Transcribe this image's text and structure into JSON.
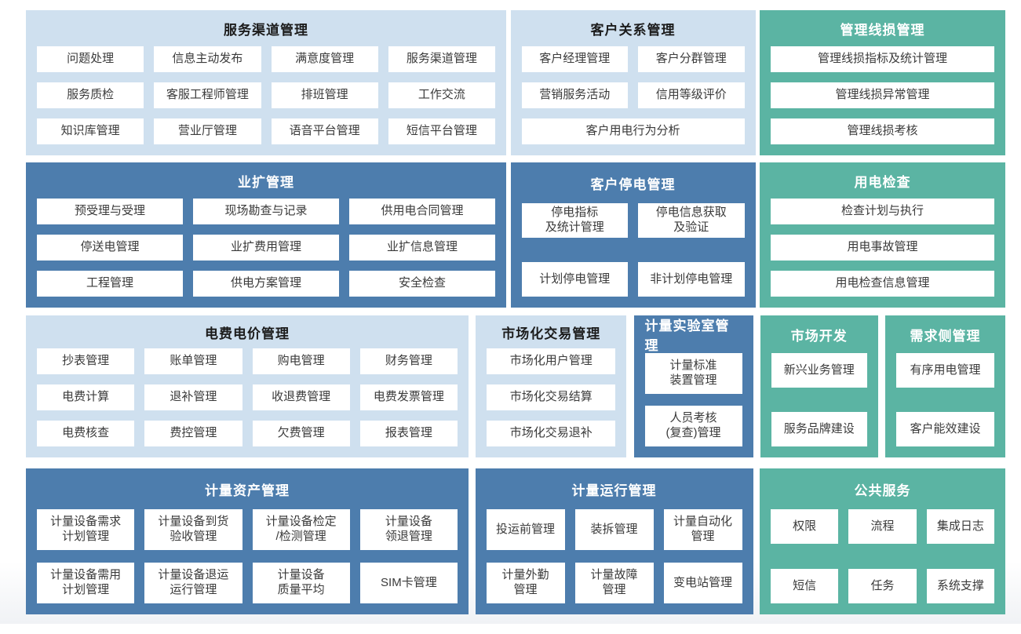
{
  "palette": {
    "light_block_bg": "#cfe0ef",
    "dark_block_bg": "#4d7dad",
    "teal_block_bg": "#5bb4a3",
    "item_bg": "#ffffff",
    "item_text": "#3a3a3a",
    "light_title_text": "#1c1c1c",
    "inverse_title_text": "#ffffff"
  },
  "blocks": {
    "service_channel": {
      "title": "服务渠道管理",
      "items": [
        "问题处理",
        "信息主动发布",
        "满意度管理",
        "服务渠道管理",
        "服务质检",
        "客服工程师管理",
        "排班管理",
        "工作交流",
        "知识库管理",
        "营业厅管理",
        "语音平台管理",
        "短信平台管理"
      ]
    },
    "customer_relation": {
      "title": "客户关系管理",
      "items": [
        "客户经理管理",
        "客户分群管理",
        "营销服务活动",
        "信用等级评价",
        {
          "label": "客户用电行为分析",
          "span": 2
        }
      ]
    },
    "line_loss": {
      "title": "管理线损管理",
      "items": [
        "管理线损指标及统计管理",
        "管理线损异常管理",
        "管理线损考核"
      ]
    },
    "business_expansion": {
      "title": "业扩管理",
      "items": [
        "预受理与受理",
        "现场勘查与记录",
        "供用电合同管理",
        "停送电管理",
        "业扩费用管理",
        "业扩信息管理",
        "工程管理",
        "供电方案管理",
        "安全检查"
      ]
    },
    "customer_outage": {
      "title": "客户停电管理",
      "items": [
        "停电指标\n及统计管理",
        "停电信息获取\n及验证",
        "计划停电管理",
        "非计划停电管理"
      ]
    },
    "power_inspection": {
      "title": "用电检查",
      "items": [
        "检查计划与执行",
        "用电事故管理",
        "用电检查信息管理"
      ]
    },
    "billing": {
      "title": "电费电价管理",
      "items": [
        "抄表管理",
        "账单管理",
        "购电管理",
        "财务管理",
        "电费计算",
        "退补管理",
        "收退费管理",
        "电费发票管理",
        "电费核查",
        "费控管理",
        "欠费管理",
        "报表管理"
      ]
    },
    "market_trade": {
      "title": "市场化交易管理",
      "items": [
        "市场化用户管理",
        "市场化交易结算",
        "市场化交易退补"
      ]
    },
    "metering_lab": {
      "title": "计量实验室管理",
      "items": [
        "计量标准\n装置管理",
        "人员考核\n(复查)管理"
      ]
    },
    "market_dev": {
      "title": "市场开发",
      "items": [
        "新兴业务管理",
        "服务品牌建设"
      ]
    },
    "demand_side": {
      "title": "需求侧管理",
      "items": [
        "有序用电管理",
        "客户能效建设"
      ]
    },
    "metering_asset": {
      "title": "计量资产管理",
      "items": [
        "计量设备需求\n计划管理",
        "计量设备到货\n验收管理",
        "计量设备检定\n/检测管理",
        "计量设备\n领退管理",
        "计量设备需用\n计划管理",
        "计量设备退运\n运行管理",
        "计量设备\n质量平均",
        "SIM卡管理"
      ]
    },
    "metering_ops": {
      "title": "计量运行管理",
      "items": [
        "投运前管理",
        "装拆管理",
        "计量自动化\n管理",
        "计量外勤\n管理",
        "计量故障\n管理",
        "变电站管理"
      ]
    },
    "public_service": {
      "title": "公共服务",
      "items": [
        "权限",
        "流程",
        "集成日志",
        "短信",
        "任务",
        "系统支撑"
      ]
    }
  }
}
